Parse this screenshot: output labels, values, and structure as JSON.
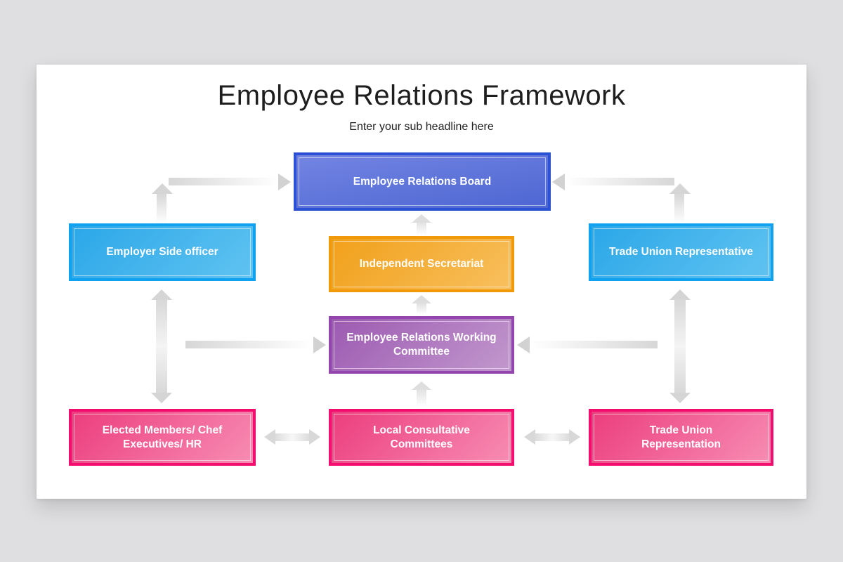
{
  "slide": {
    "title": "Employee Relations Framework",
    "subtitle": "Enter your sub headline here"
  },
  "diagram": {
    "nodes": [
      {
        "id": "employee-relations-board",
        "label": "Employee Relations Board",
        "color": "#2c51d4"
      },
      {
        "id": "employer-side-officer",
        "label": "Employer Side officer",
        "color": "#10a2ef"
      },
      {
        "id": "independent-secretariat",
        "label": "Independent Secretariat",
        "color": "#f0990a"
      },
      {
        "id": "trade-union-representative",
        "label": "Trade Union Representative",
        "color": "#10a2ef"
      },
      {
        "id": "employee-relations-working-committee",
        "label": "Employee Relations Working Committee",
        "color": "#9347ae"
      },
      {
        "id": "elected-members-chef-executives-hr",
        "label": "Elected Members/ Chef Executives/ HR",
        "color": "#f30d6e"
      },
      {
        "id": "local-consultative-committees",
        "label": "Local Consultative Committees",
        "color": "#f30d6e"
      },
      {
        "id": "trade-union-representation",
        "label": "Trade Union Representation",
        "color": "#f30d6e"
      }
    ],
    "connections": [
      {
        "from": "employer-side-officer",
        "to": "employee-relations-board",
        "style": "elbow-up-right-arrow"
      },
      {
        "from": "trade-union-representative",
        "to": "employee-relations-board",
        "style": "elbow-up-left-arrow"
      },
      {
        "from": "independent-secretariat",
        "to": "employee-relations-board",
        "style": "up-arrow"
      },
      {
        "from": "employee-relations-working-committee",
        "to": "independent-secretariat",
        "style": "up-arrow"
      },
      {
        "from": "local-consultative-committees",
        "to": "employee-relations-working-committee",
        "style": "up-arrow"
      },
      {
        "from": "left-column",
        "to": "employee-relations-working-committee",
        "style": "right-arrow"
      },
      {
        "from": "right-column",
        "to": "employee-relations-working-committee",
        "style": "left-arrow"
      },
      {
        "from": "employer-side-officer",
        "to": "elected-members-chef-executives-hr",
        "style": "double-vertical-arrow"
      },
      {
        "from": "trade-union-representative",
        "to": "trade-union-representation",
        "style": "double-vertical-arrow"
      },
      {
        "from": "elected-members-chef-executives-hr",
        "to": "local-consultative-committees",
        "style": "double-horizontal-arrow"
      },
      {
        "from": "local-consultative-committees",
        "to": "trade-union-representation",
        "style": "double-horizontal-arrow"
      }
    ]
  },
  "colors": {
    "background": "#dfdfe1",
    "card": "#ffffff",
    "title_text": "#1e1e1e",
    "node_text": "#ffffff",
    "arrow_gray": "#d5d5d5",
    "blue_border": "#2c51d4",
    "cyan_border": "#10a2ef",
    "orange_border": "#f0990a",
    "purple_border": "#9347ae",
    "pink_border": "#f30d6e"
  }
}
